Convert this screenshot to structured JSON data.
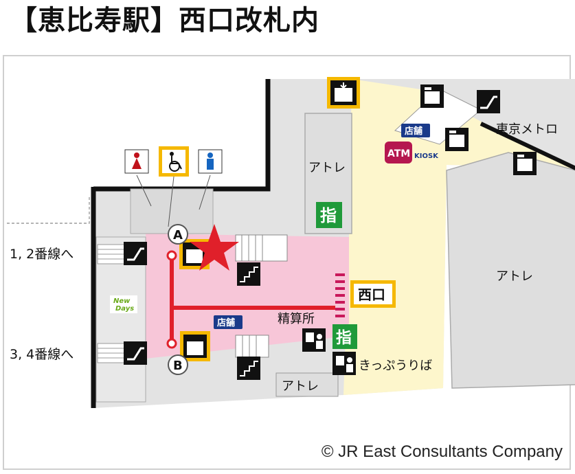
{
  "title": "【恵比寿駅】西口改札内",
  "copyright": "© JR East Consultants Company",
  "labels": {
    "platform_12": "1, 2番線へ",
    "platform_34": "3, 4番線へ",
    "tokyo_metro": "東京メトロ",
    "atre_center": "アトレ",
    "atre_right": "アトレ",
    "atre_bottom": "アトレ",
    "west_exit": "西口",
    "fare_adjustment": "精算所",
    "ticket_office": "きっぷうりば",
    "shop_1": "店舗",
    "shop_2": "店舗",
    "reserved_ticket": "指",
    "reserved_ticket_2": "指",
    "atm": "ATM",
    "kiosk": "KIOSK",
    "newdays_1": "New",
    "newdays_2": "Days",
    "marker_a": "A",
    "marker_b": "B"
  },
  "icons": [
    "female-toilet-icon",
    "accessible-toilet-icon",
    "male-toilet-icon",
    "elevator-icon",
    "escalator-icon",
    "stairs-icon",
    "locker-icon",
    "ticket-machine-icon",
    "current-location-star-icon"
  ],
  "colors": {
    "concourse": "#f7c6d8",
    "route": "#e0202a",
    "exit_yellow": "#f5b800",
    "outside": "#fdf6cc",
    "wall": "#111111",
    "floor_gray": "#e3e3e3",
    "green_sign": "#1f9a3a"
  }
}
